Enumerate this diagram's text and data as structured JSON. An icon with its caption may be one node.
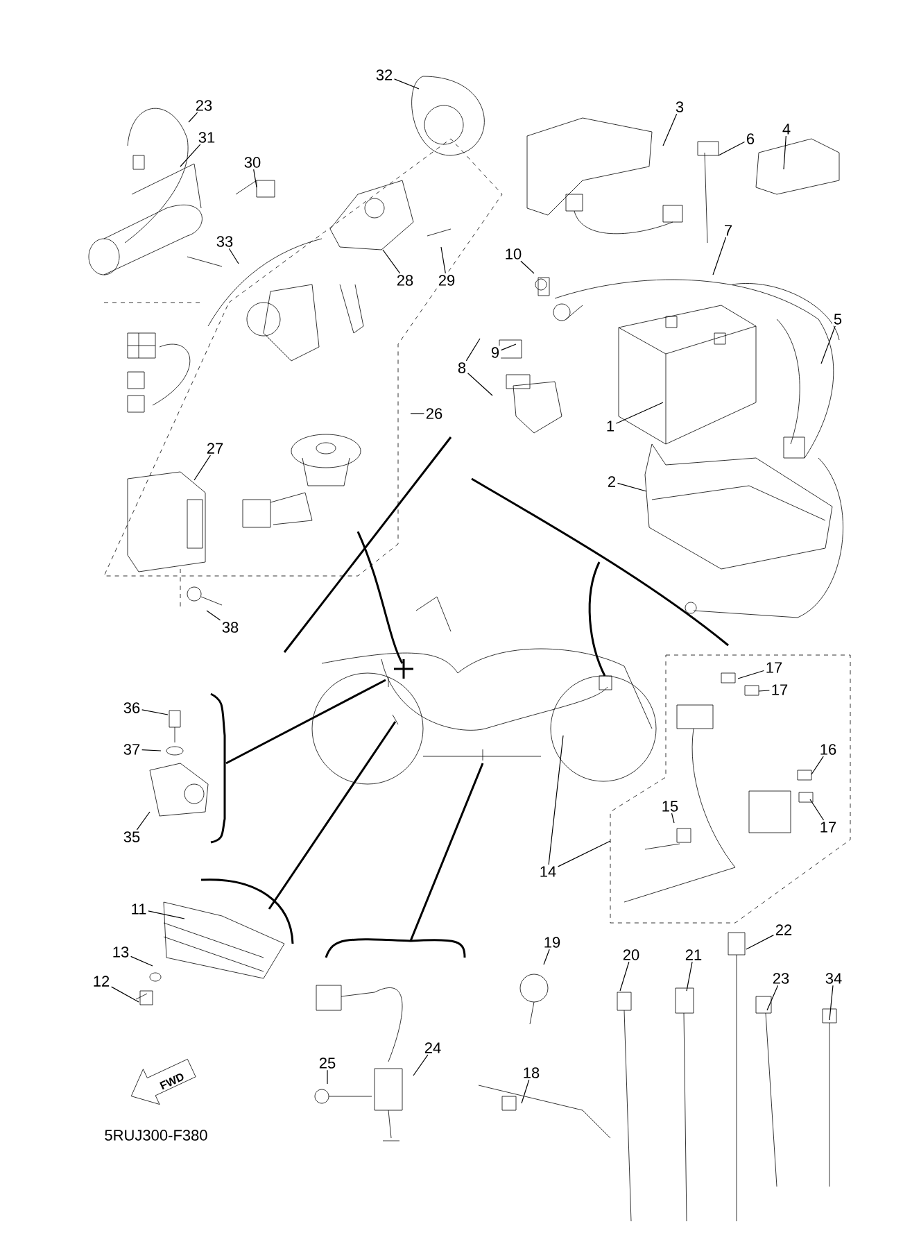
{
  "diagram": {
    "nodes": [
      {
        "text": [
          "23"
        ]
      },
      {
        "text": [
          "32"
        ]
      },
      {
        "text": [
          "3"
        ]
      },
      {
        "text": [
          "6"
        ]
      },
      {
        "text": [
          "4"
        ]
      },
      {
        "text": [
          "31"
        ]
      },
      {
        "text": [
          "30"
        ]
      },
      {
        "text": [
          "7"
        ]
      },
      {
        "text": [
          "33"
        ]
      },
      {
        "text": [
          "10"
        ]
      },
      {
        "text": [
          "28"
        ]
      },
      {
        "text": [
          "29"
        ]
      },
      {
        "text": [
          "5"
        ]
      },
      {
        "text": [
          "9"
        ]
      },
      {
        "text": [
          "8"
        ]
      },
      {
        "text": [
          "26"
        ]
      },
      {
        "text": [
          "1"
        ]
      },
      {
        "text": [
          "27"
        ]
      },
      {
        "text": [
          "2"
        ]
      },
      {
        "text": [
          "38"
        ]
      },
      {
        "text": [
          "17"
        ]
      },
      {
        "text": [
          "17"
        ]
      },
      {
        "text": [
          "36"
        ]
      },
      {
        "text": [
          "16"
        ]
      },
      {
        "text": [
          "37"
        ]
      },
      {
        "text": [
          "15"
        ]
      },
      {
        "text": [
          "17"
        ]
      },
      {
        "text": [
          "35"
        ]
      },
      {
        "text": [
          "14"
        ]
      },
      {
        "text": [
          "11"
        ]
      },
      {
        "text": [
          "22"
        ]
      },
      {
        "text": [
          "20"
        ]
      },
      {
        "text": [
          "21"
        ]
      },
      {
        "text": [
          "19"
        ]
      },
      {
        "text": [
          "13"
        ]
      },
      {
        "text": [
          "23"
        ]
      },
      {
        "text": [
          "34"
        ]
      },
      {
        "text": [
          "12"
        ]
      },
      {
        "text": [
          "24"
        ]
      },
      {
        "text": [
          "25"
        ]
      },
      {
        "text": [
          "18"
        ]
      }
    ],
    "edges": [
      {
        "from": 0,
        "to": null,
        "arrow": "none"
      },
      {
        "from": 1,
        "to": null,
        "arrow": "none"
      },
      {
        "from": 2,
        "to": null,
        "arrow": "none"
      },
      {
        "from": 3,
        "to": null,
        "arrow": "none"
      },
      {
        "from": 4,
        "to": null,
        "arrow": "none"
      },
      {
        "from": 5,
        "to": null,
        "arrow": "none"
      },
      {
        "from": 6,
        "to": null,
        "arrow": "none"
      },
      {
        "from": 7,
        "to": null,
        "arrow": "none"
      },
      {
        "from": 8,
        "to": null,
        "arrow": "none"
      },
      {
        "from": 9,
        "to": null,
        "arrow": "none"
      },
      {
        "from": 10,
        "to": null,
        "arrow": "none"
      },
      {
        "from": 11,
        "to": null,
        "arrow": "none"
      },
      {
        "from": 12,
        "to": null,
        "arrow": "none"
      },
      {
        "from": 13,
        "to": null,
        "arrow": "none"
      },
      {
        "from": 14,
        "to": null,
        "arrow": "none"
      },
      {
        "from": 14,
        "to": null,
        "arrow": "none"
      },
      {
        "from": 15,
        "to": null,
        "arrow": "none"
      },
      {
        "from": 16,
        "to": null,
        "arrow": "none"
      },
      {
        "from": 17,
        "to": null,
        "arrow": "none"
      },
      {
        "from": 18,
        "to": null,
        "arrow": "none"
      },
      {
        "from": 19,
        "to": null,
        "arrow": "none"
      },
      {
        "from": 20,
        "to": null,
        "arrow": "none"
      },
      {
        "from": 21,
        "to": null,
        "arrow": "none"
      },
      {
        "from": 22,
        "to": null,
        "arrow": "none"
      },
      {
        "from": 23,
        "to": null,
        "arrow": "none"
      },
      {
        "from": 24,
        "to": null,
        "arrow": "none"
      },
      {
        "from": 25,
        "to": null,
        "arrow": "none"
      },
      {
        "from": 26,
        "to": null,
        "arrow": "none"
      },
      {
        "from": 27,
        "to": null,
        "arrow": "none"
      },
      {
        "from": 28,
        "to": null,
        "arrow": "none"
      },
      {
        "from": 28,
        "to": null,
        "arrow": "none"
      },
      {
        "from": 29,
        "to": null,
        "arrow": "none"
      },
      {
        "from": 30,
        "to": null,
        "arrow": "none"
      },
      {
        "from": 31,
        "to": null,
        "arrow": "none"
      },
      {
        "from": 32,
        "to": null,
        "arrow": "none"
      },
      {
        "from": 33,
        "to": null,
        "arrow": "none"
      },
      {
        "from": 34,
        "to": null,
        "arrow": "none"
      },
      {
        "from": 35,
        "to": null,
        "arrow": "none"
      },
      {
        "from": 36,
        "to": null,
        "arrow": "none"
      },
      {
        "from": 37,
        "to": null,
        "arrow": "none"
      },
      {
        "from": 38,
        "to": null,
        "arrow": "none"
      },
      {
        "from": 39,
        "to": null,
        "arrow": "none"
      },
      {
        "from": 40,
        "to": null,
        "arrow": "none"
      }
    ],
    "labels": [
      "FWD",
      "5RUJ300-F380"
    ]
  }
}
